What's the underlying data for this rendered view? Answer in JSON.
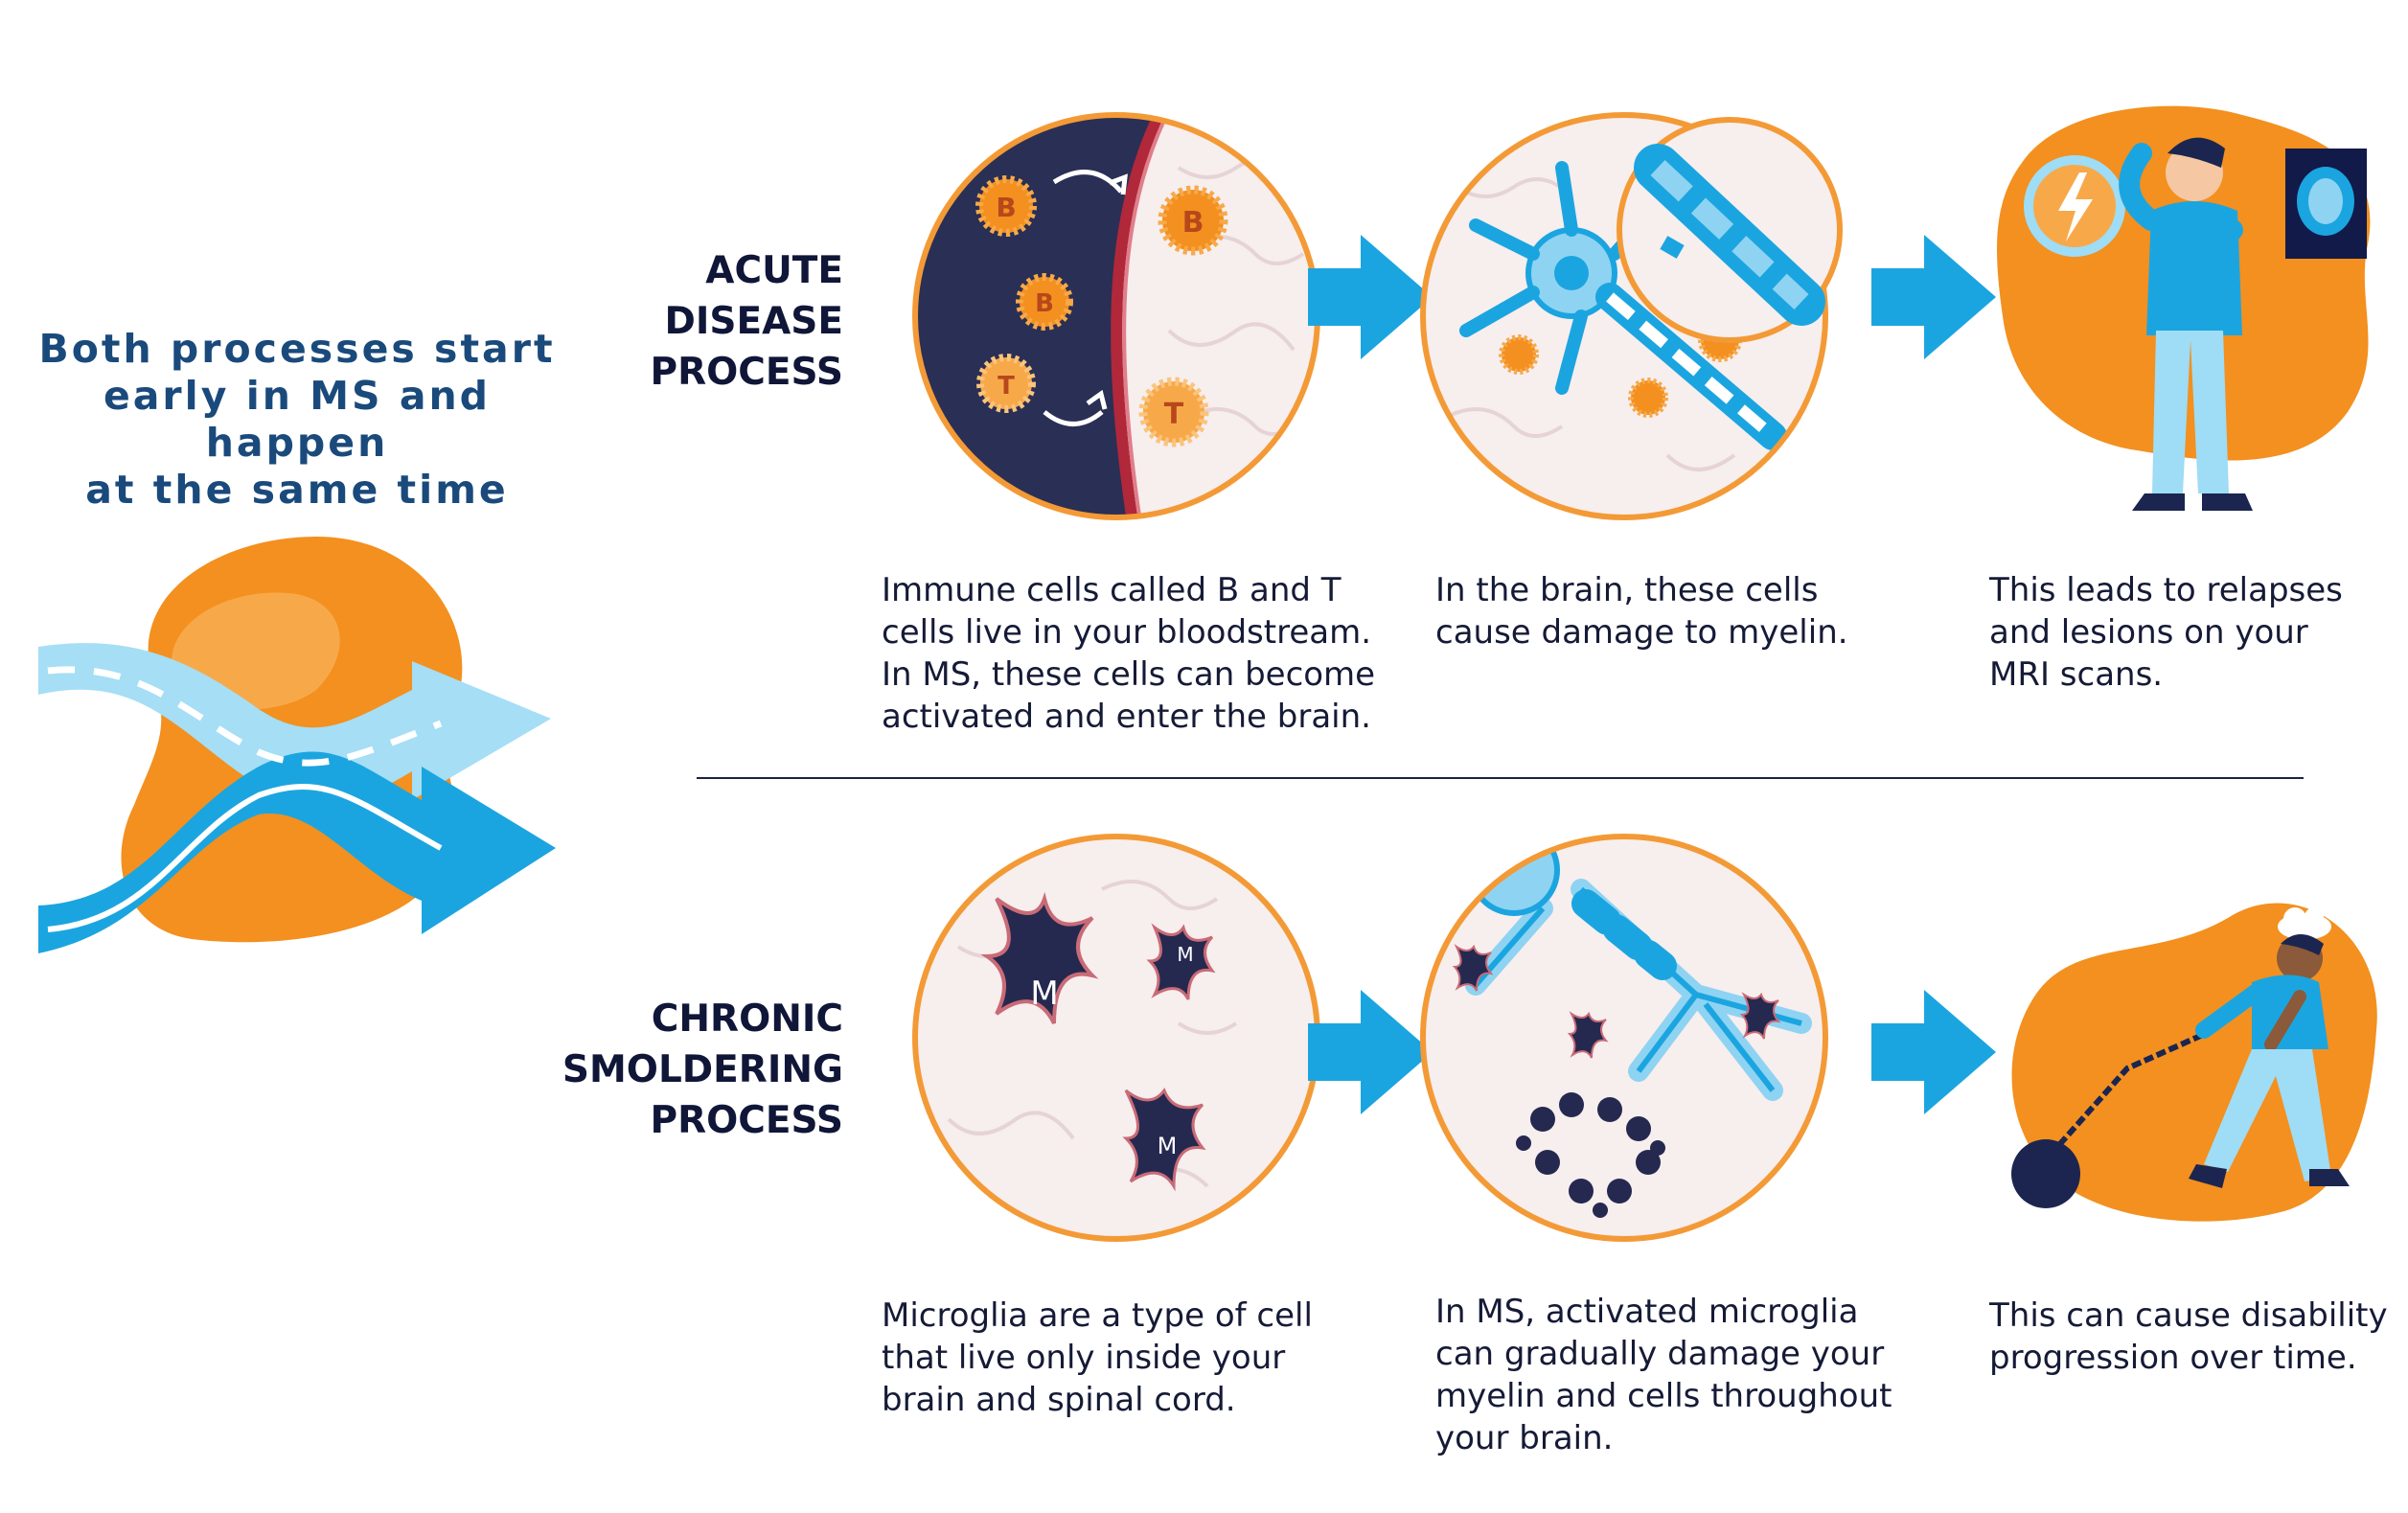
{
  "intro": {
    "line1": "Both processes start",
    "line2": "early in MS and happen",
    "line3": "at the same time"
  },
  "acute": {
    "label": {
      "line1": "ACUTE",
      "line2": "DISEASE",
      "line3": "PROCESS"
    },
    "cell_letters": {
      "b": "B",
      "t": "T"
    },
    "captions": [
      {
        "line1": "Immune cells called B and T",
        "line2": "cells live in your bloodstream.",
        "line3": "In MS, these cells can become",
        "line4": "activated and enter the brain."
      },
      {
        "line1": "In the brain, these cells",
        "line2": "cause damage to myelin."
      },
      {
        "line1": "This leads to relapses",
        "line2": "and lesions on your",
        "line3": "MRI scans."
      }
    ]
  },
  "chronic": {
    "label": {
      "line1": "CHRONIC",
      "line2": "SMOLDERING",
      "line3": "PROCESS"
    },
    "cell_letter": "M",
    "captions": [
      {
        "line1": "Microglia are a type of cell",
        "line2": "that live only inside your",
        "line3": "brain and spinal cord."
      },
      {
        "line1": "In MS, activated microglia",
        "line2": "can gradually damage your",
        "line3": "myelin and cells throughout",
        "line4": "your brain."
      },
      {
        "line1": "This can cause disability",
        "line2": "progression over time."
      }
    ]
  },
  "colors": {
    "orange": "#f3901f",
    "light_orange": "#f7a94a",
    "blue": "#1ba5e0",
    "light_blue": "#9fdcf5",
    "navy": "#25294f",
    "circle_border": "#f39a36",
    "brain_bg": "#f7eeee"
  }
}
